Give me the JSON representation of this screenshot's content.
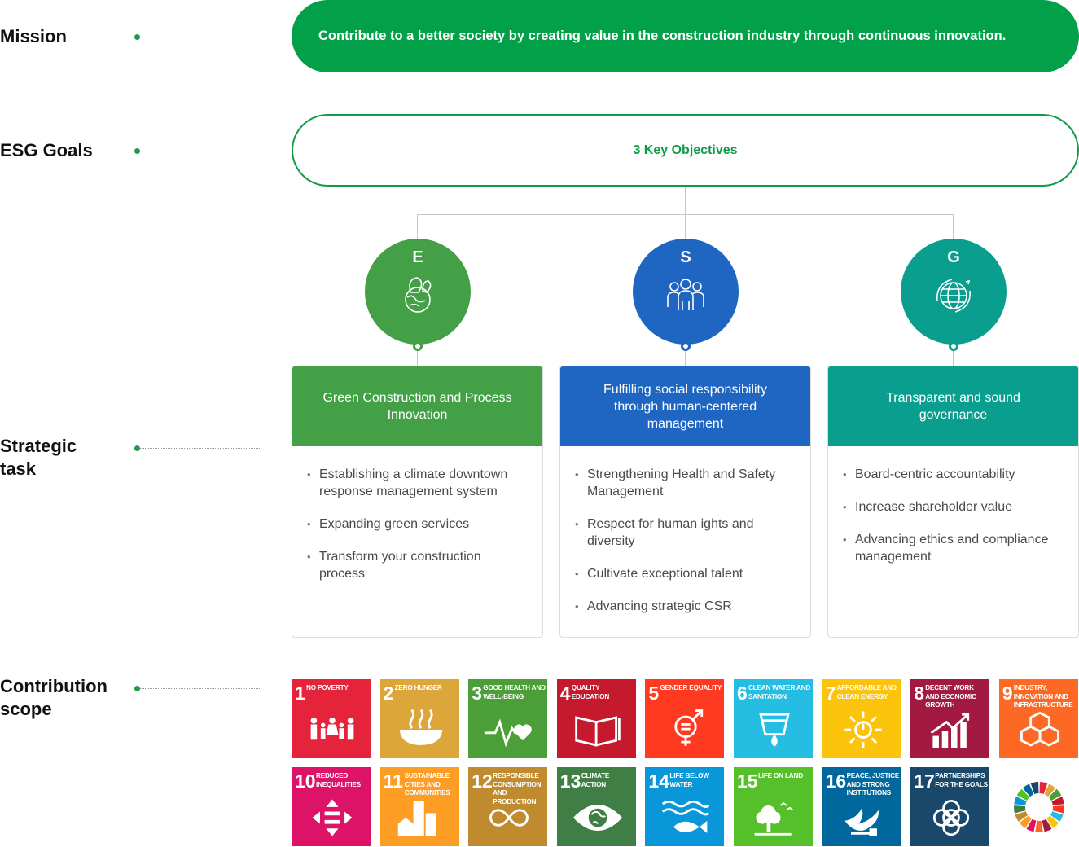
{
  "rows": {
    "mission": "Mission",
    "esg_goals": "ESG Goals",
    "strategic_task": "Strategic task",
    "contribution_scope": "Contribution scope"
  },
  "mission_text": "Contribute to a better society by creating value in the construction industry through continuous innovation.",
  "esg_goals_text": "3 Key Objectives",
  "pillars": [
    {
      "letter": "E",
      "icon": "earth-leaf-icon",
      "color": "#43a047",
      "title": "Green Construction and Process Innovation",
      "tasks": [
        "Establishing a climate downtown response management system",
        "Expanding green services",
        "Transform your construction process"
      ]
    },
    {
      "letter": "S",
      "icon": "people-group-icon",
      "color": "#1f66c2",
      "title": "Fulfilling social responsibility through human-centered management",
      "tasks": [
        "Strengthening Health and Safety Management",
        "Respect for human ights and diversity",
        "Cultivate exceptional talent",
        "Advancing strategic CSR"
      ]
    },
    {
      "letter": "G",
      "icon": "globe-icon",
      "color": "#0a9e8e",
      "title": "Transparent and sound governance",
      "tasks": [
        "Board-centric accountability",
        "Increase shareholder value",
        "Advancing ethics and compliance management"
      ]
    }
  ],
  "sdgs": [
    {
      "num": "1",
      "label": "No poverty",
      "color": "#e5243b",
      "icon": "family-icon"
    },
    {
      "num": "2",
      "label": "Zero hunger",
      "color": "#dda63a",
      "icon": "bowl-icon"
    },
    {
      "num": "3",
      "label": "Good health and well-being",
      "color": "#4c9f38",
      "icon": "heartbeat-icon"
    },
    {
      "num": "4",
      "label": "Quality education",
      "color": "#c5192d",
      "icon": "book-icon"
    },
    {
      "num": "5",
      "label": "Gender equality",
      "color": "#ff3a21",
      "icon": "gender-icon"
    },
    {
      "num": "6",
      "label": "Clean water and sanitation",
      "color": "#26bde2",
      "icon": "water-icon"
    },
    {
      "num": "7",
      "label": "Affordable and clean energy",
      "color": "#fcc30b",
      "icon": "power-sun-icon"
    },
    {
      "num": "8",
      "label": "Decent work and economic growth",
      "color": "#a21942",
      "icon": "growth-chart-icon"
    },
    {
      "num": "9",
      "label": "Industry, innovation and infrastructure",
      "color": "#fd6925",
      "icon": "cubes-icon"
    },
    {
      "num": "10",
      "label": "Reduced inequalities",
      "color": "#dd1367",
      "icon": "equality-arrows-icon"
    },
    {
      "num": "11",
      "label": "Sustainable cities and communities",
      "color": "#fd9d24",
      "icon": "buildings-icon"
    },
    {
      "num": "12",
      "label": "Responsible consumption and production",
      "color": "#bf8b2e",
      "icon": "infinity-icon"
    },
    {
      "num": "13",
      "label": "Climate action",
      "color": "#3f7e44",
      "icon": "eye-globe-icon"
    },
    {
      "num": "14",
      "label": "Life below water",
      "color": "#0a97d9",
      "icon": "fish-icon"
    },
    {
      "num": "15",
      "label": "Life on land",
      "color": "#56c02b",
      "icon": "tree-icon"
    },
    {
      "num": "16",
      "label": "Peace, justice and strong institutions",
      "color": "#00689d",
      "icon": "dove-icon"
    },
    {
      "num": "17",
      "label": "Partnerships for the goals",
      "color": "#19486a",
      "icon": "rings-icon"
    }
  ],
  "sdg_wheel_colors": [
    "#e5243b",
    "#dda63a",
    "#4c9f38",
    "#c5192d",
    "#ff3a21",
    "#26bde2",
    "#fcc30b",
    "#a21942",
    "#fd6925",
    "#dd1367",
    "#fd9d24",
    "#bf8b2e",
    "#3f7e44",
    "#0a97d9",
    "#56c02b",
    "#00689d",
    "#19486a"
  ]
}
